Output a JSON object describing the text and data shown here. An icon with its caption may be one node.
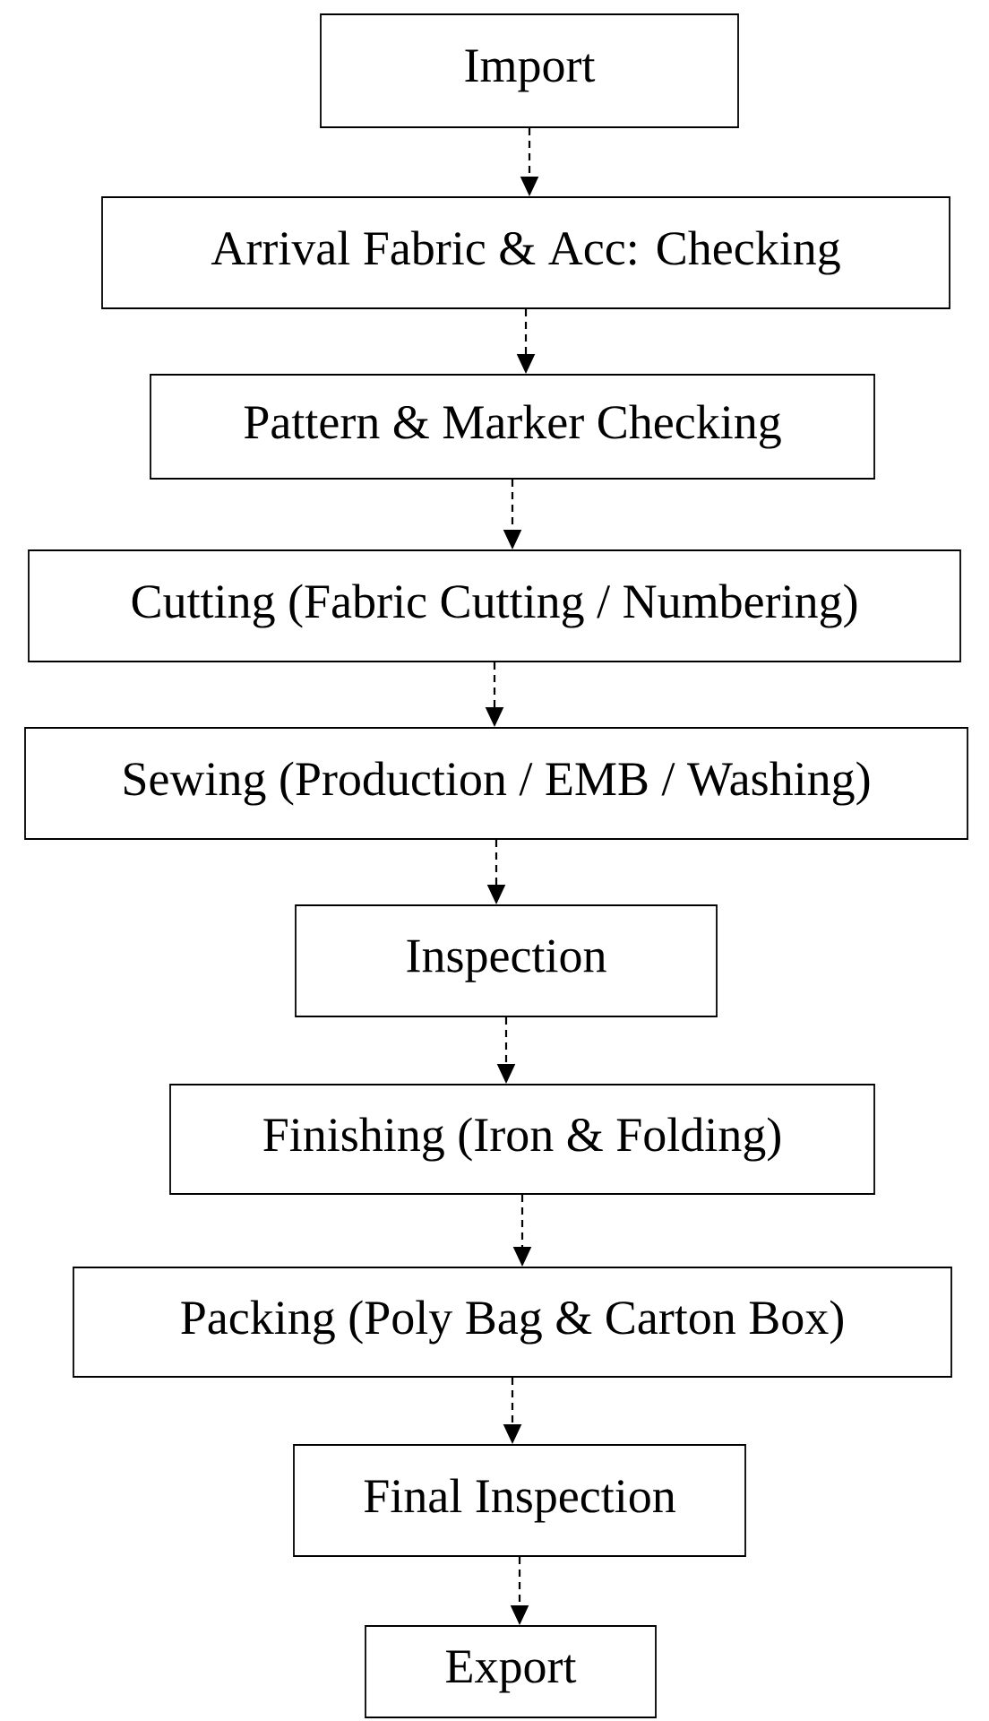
{
  "diagram": {
    "nodes": [
      {
        "text": [
          "Import"
        ]
      },
      {
        "text": [
          "Arrival Fabric & Acc: Checking"
        ]
      },
      {
        "text": [
          "Pattern & Marker Checking"
        ]
      },
      {
        "text": [
          "Cutting (Fabric Cutting / Numbering)"
        ]
      },
      {
        "text": [
          "Sewing (Production / EMB / Washing)"
        ]
      },
      {
        "text": [
          "Inspection"
        ]
      },
      {
        "text": [
          "Finishing (Iron & Folding)"
        ]
      },
      {
        "text": [
          "Packing (Poly Bag & Carton Box)"
        ]
      },
      {
        "text": [
          "Final Inspection"
        ]
      },
      {
        "text": [
          "Export"
        ]
      }
    ],
    "edges": [
      {
        "from": 0,
        "to": 1,
        "arrow": "to",
        "style": "dashed"
      },
      {
        "from": 1,
        "to": 2,
        "arrow": "to",
        "style": "dashed"
      },
      {
        "from": 2,
        "to": 3,
        "arrow": "to",
        "style": "dashed"
      },
      {
        "from": 3,
        "to": 4,
        "arrow": "to",
        "style": "dashed"
      },
      {
        "from": 4,
        "to": 5,
        "arrow": "to",
        "style": "dashed"
      },
      {
        "from": 5,
        "to": 6,
        "arrow": "to",
        "style": "dashed"
      },
      {
        "from": 6,
        "to": 7,
        "arrow": "to",
        "style": "dashed"
      },
      {
        "from": 7,
        "to": 8,
        "arrow": "to",
        "style": "dashed"
      },
      {
        "from": 8,
        "to": 9,
        "arrow": "to",
        "style": "dashed"
      }
    ]
  }
}
